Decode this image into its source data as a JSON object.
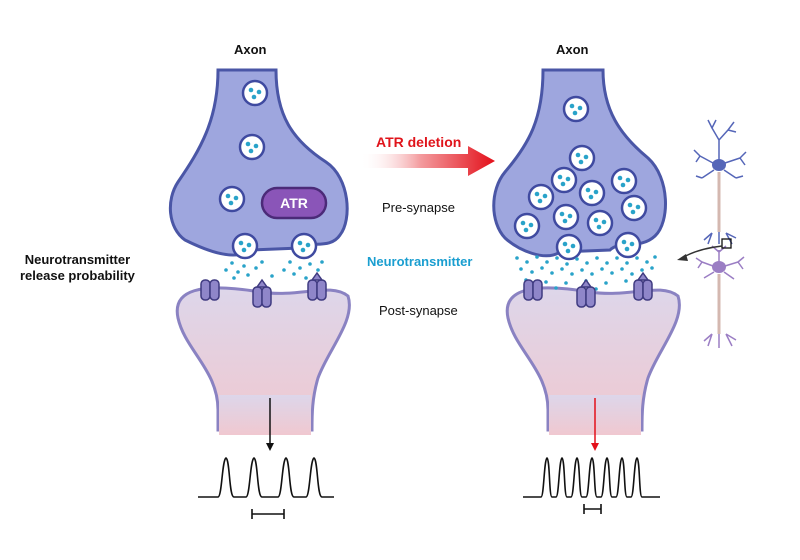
{
  "labels": {
    "axon_left": "Axon",
    "axon_right": "Axon",
    "atr_deletion": "ATR deletion",
    "atr_protein": "ATR",
    "pre_synapse": "Pre-synapse",
    "neurotransmitter": "Neurotransmitter",
    "post_synapse": "Post-synapse",
    "release_probability_line1": "Neurotransmitter",
    "release_probability_line2": "release probability"
  },
  "colors": {
    "presynaptic_fill": "#9ea6de",
    "presynaptic_stroke": "#4a56a6",
    "postsynaptic_fill": "#ddd6ea",
    "postsynaptic_stroke": "#8a82c2",
    "vesicle_fill": "#ffffff",
    "vesicle_stroke": "#3f4aa0",
    "neurotransmitter": "#29a3c9",
    "atr_fill": "#8a55b8",
    "atr_stroke": "#4b2a78",
    "atr_deletion_text": "#e0141b",
    "atr_deletion_arrow": "#e3101a",
    "neurotransmitter_text": "#1a9ed0",
    "receptor_fill": "#8f86c9",
    "neuron_upper": "#5566b8",
    "neuron_lower": "#9b7ec4",
    "axon_shaft": "#d4b8b0"
  },
  "icons": [
    "synaptic-vesicle-icon",
    "receptor-channel-icon",
    "neuron-icon",
    "arrow-icon"
  ]
}
